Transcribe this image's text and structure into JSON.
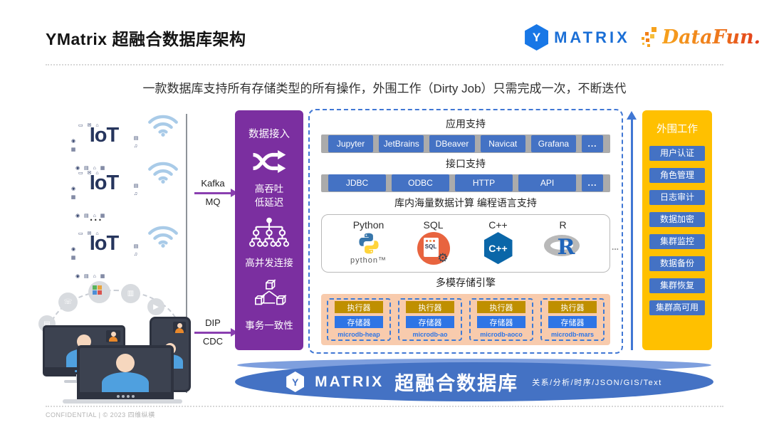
{
  "colors": {
    "purple": "#7B2FA0",
    "gold": "#FFC000",
    "blue": "#4472C4",
    "blue_bright": "#2E75E6",
    "gray_bar": "#ABABAB",
    "peach": "#F8CBAD",
    "dark_gold": "#BF8F00",
    "matrix_blue": "#1877E6"
  },
  "header": {
    "title": "YMatrix 超融合数据库架构"
  },
  "logos": {
    "matrix_mark": "Y",
    "matrix": "MATRIX",
    "datafun": "DataFun."
  },
  "subtitle": "一款数据库支持所有存储类型的所有操作，外围工作（Dirty Job）只需完成一次，不断迭代",
  "sources": {
    "iot": [
      "IoT",
      "IoT",
      "IoT"
    ],
    "more": "...",
    "flows": [
      {
        "top": "Kafka",
        "bottom": "MQ"
      },
      {
        "top": "DIP",
        "bottom": "CDC"
      }
    ]
  },
  "ingest": {
    "title": "数据接入",
    "f1": [
      "高吞吐",
      "低延迟"
    ],
    "f2": "高并发连接",
    "f3": "事务一致性"
  },
  "core": {
    "app": {
      "title": "应用支持",
      "items": [
        "Jupyter",
        "JetBrains",
        "DBeaver",
        "Navicat",
        "Grafana",
        "..."
      ]
    },
    "api": {
      "title": "接口支持",
      "items": [
        "JDBC",
        "ODBC",
        "HTTP",
        "API",
        "..."
      ]
    },
    "lang": {
      "title": "库内海量数据计算 编程语言支持",
      "items": [
        {
          "label": "Python",
          "icon_text": "python™"
        },
        {
          "label": "SQL",
          "icon_text": "SQL"
        },
        {
          "label": "C++",
          "icon_text": "C++"
        },
        {
          "label": "R",
          "icon_text": "R"
        }
      ],
      "more": "..."
    },
    "storage": {
      "title": "多模存储引擎",
      "engines": [
        {
          "executor": "执行器",
          "storage": "存储器",
          "name": "microdb-heap"
        },
        {
          "executor": "执行器",
          "storage": "存储器",
          "name": "microdb-ao"
        },
        {
          "executor": "执行器",
          "storage": "存储器",
          "name": "microdb-aoco"
        },
        {
          "executor": "执行器",
          "storage": "存储器",
          "name": "microdb-mars"
        }
      ]
    }
  },
  "periphery": {
    "title": "外围工作",
    "items": [
      "用户认证",
      "角色管理",
      "日志审计",
      "数据加密",
      "集群监控",
      "数据备份",
      "集群恢复",
      "集群高可用"
    ]
  },
  "banner": {
    "mark": "Y",
    "logo": "MATRIX",
    "title": "超融合数据库",
    "tagline": "关系/分析/时序/JSON/GIS/Text"
  },
  "footer": "CONFIDENTIAL | © 2023 四维纵横"
}
